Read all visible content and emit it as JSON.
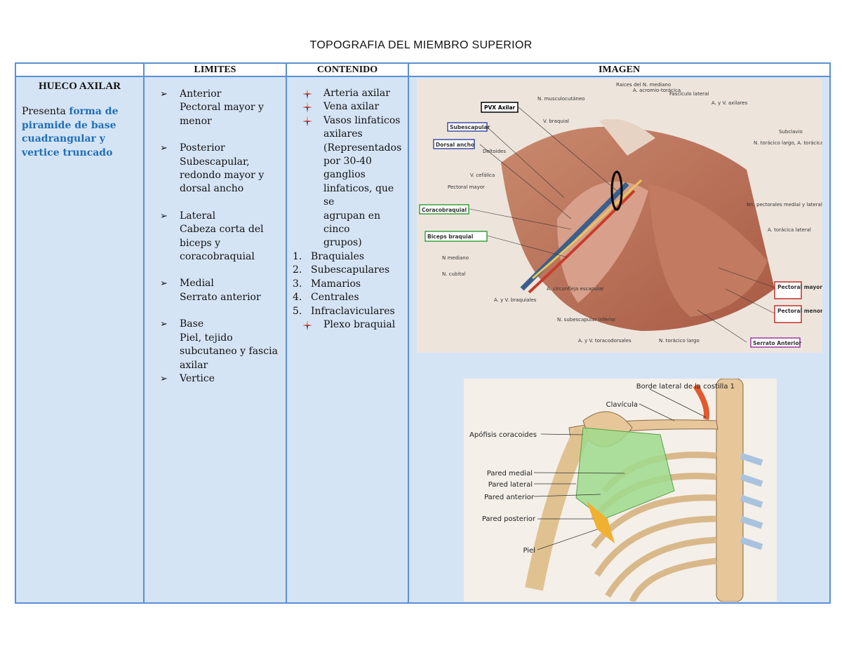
{
  "page_title": "TOPOGRAFIA DEL MIEMBRO SUPERIOR",
  "headers": [
    "",
    "LIMITES",
    "CONTENIDO",
    "IMAGEN"
  ],
  "hueco": {
    "title": "HUECO AXILAR",
    "desc_plain": "Presenta ",
    "desc_bold": "forma de piramide de base cuadrangular y vertice truncado"
  },
  "limites": [
    {
      "head": "Anterior",
      "lines": [
        "Pectoral mayor y",
        "menor"
      ]
    },
    {
      "head": "Posterior",
      "lines": [
        "Subescapular,",
        "redondo mayor y",
        "dorsal ancho"
      ]
    },
    {
      "head": "Lateral",
      "lines": [
        "Cabeza corta del",
        "biceps y",
        "coracobraquial"
      ]
    },
    {
      "head": "Medial",
      "lines": [
        "Serrato anterior"
      ]
    },
    {
      "head": "Base",
      "lines": [
        "Piel, tejido",
        "subcutaneo y fascia",
        "axilar"
      ]
    },
    {
      "head": "Vertice",
      "lines": []
    }
  ],
  "contenido": {
    "bullets": [
      "Arteria axilar",
      "Vena axilar"
    ],
    "vasos": [
      "Vasos linfaticos",
      "axilares",
      "(Representados",
      "por 30-40",
      "ganglios",
      "linfaticos, que se",
      "agrupan en cinco",
      "grupos)"
    ],
    "grupos": [
      {
        "n": "1.",
        "t": "Braquiales"
      },
      {
        "n": "2.",
        "t": "Subescapulares"
      },
      {
        "n": "3.",
        "t": "Mamarios"
      },
      {
        "n": "4.",
        "t": "Centrales"
      },
      {
        "n": "5.",
        "t": "Infraclaviculares"
      }
    ],
    "last": "Plexo braquial"
  },
  "img1": {
    "boxes": [
      "PVX Axilar",
      "Subescapular",
      "Dorsal ancho",
      "Coracobraquial",
      "Biceps braquial",
      "Pectoral mayor",
      "Pectoral menor",
      "Serrato Anterior"
    ],
    "labels": [
      "Raices del N. mediano",
      "N. musculocutáneo",
      "A. acromio-torácica",
      "Fascículo lateral",
      "A. y V. axilares",
      "V. braquial",
      "Deltoides",
      "V. cefálica",
      "Pectoral mayor",
      "N mediano",
      "N. cubital",
      "A. circunfleja escapular",
      "A. y V. braquiales",
      "N. subescapular inferior",
      "A. y V. toracodorsales",
      "N. torácico largo",
      "Subclavio",
      "N. torácico largo, A. torácica superior",
      "Nn. pectorales medial y lateral",
      "A. torácica lateral"
    ]
  },
  "img2": {
    "labels": [
      "Borde lateral de la costilla 1",
      "Clavícula",
      "Apófisis coracoides",
      "Pared medial",
      "Pared lateral",
      "Pared anterior",
      "Pared posterior",
      "Piel"
    ]
  }
}
